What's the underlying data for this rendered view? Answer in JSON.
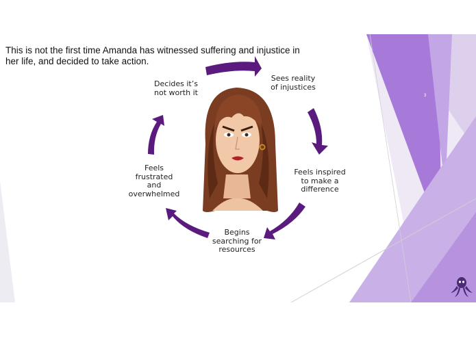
{
  "slide": {
    "intro_text": "This is not the first time Amanda has witnessed suffering and injustice in her life, and decided to take action.",
    "page_number": "3",
    "accent_color": "#5b1a7d",
    "deco_purple": "#a77ad9",
    "cycle": {
      "step_sees_reality": "Sees reality\nof injustices",
      "step_feels_inspired": "Feels inspired\nto make a\ndifference",
      "step_begins_searching": "Begins\nsearching for\nresources",
      "step_feels_frustrated": "Feels\nfrustrated\nand\noverwhelmed",
      "step_decides": "Decides it’s\nnot worth it"
    },
    "icons": {
      "center_image": "woman-portrait",
      "logo": "octopus-logo"
    }
  }
}
